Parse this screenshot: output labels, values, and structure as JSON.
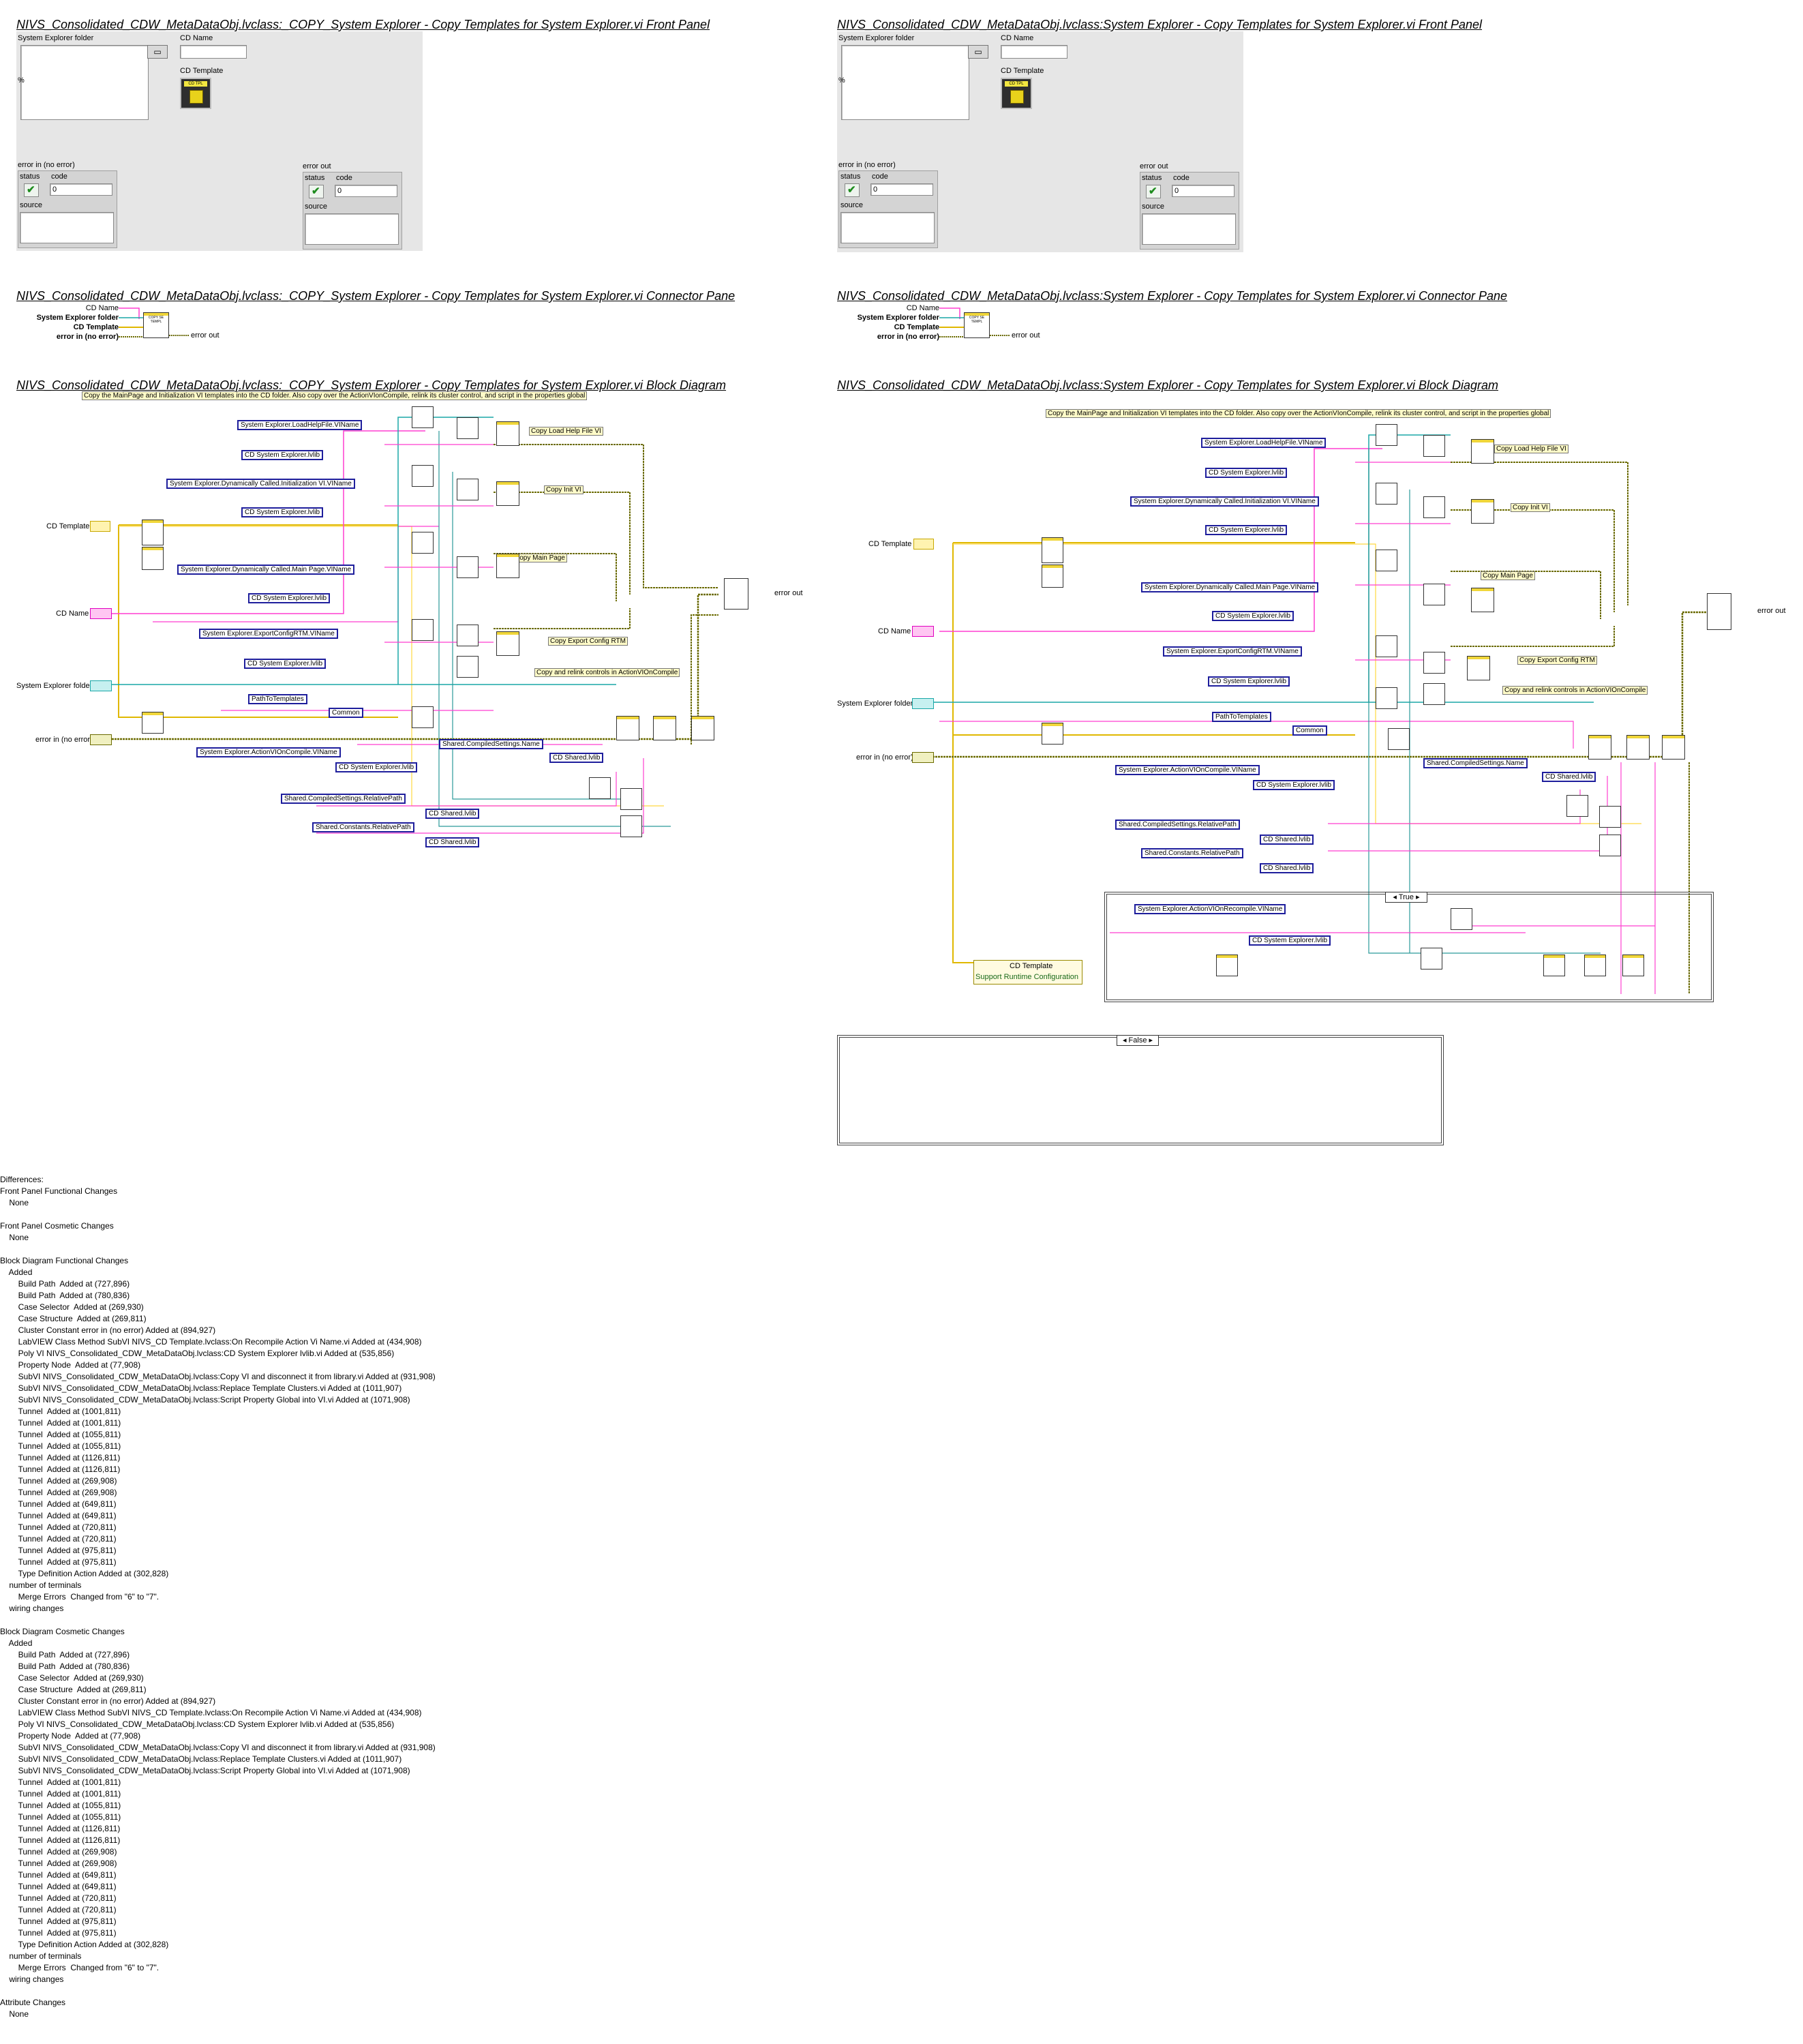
{
  "left_panel": {
    "front_panel_title": "NIVS_Consolidated_CDW_MetaDataObj.lvclass:_COPY_System Explorer - Copy Templates for System Explorer.vi Front Panel",
    "connector_title": "NIVS_Consolidated_CDW_MetaDataObj.lvclass:_COPY_System Explorer - Copy Templates for System Explorer.vi Connector Pane",
    "block_title": "NIVS_Consolidated_CDW_MetaDataObj.lvclass:_COPY_System Explorer - Copy Templates for System Explorer.vi Block Diagram"
  },
  "right_panel": {
    "front_panel_title": "NIVS_Consolidated_CDW_MetaDataObj.lvclass:System Explorer - Copy Templates for System Explorer.vi Front Panel",
    "connector_title": "NIVS_Consolidated_CDW_MetaDataObj.lvclass:System Explorer - Copy Templates for System Explorer.vi Connector Pane",
    "block_title": "NIVS_Consolidated_CDW_MetaDataObj.lvclass:System Explorer - Copy Templates for System Explorer.vi Block Diagram"
  },
  "front_panel": {
    "system_explorer_folder": "System Explorer folder",
    "path_symbol": "%",
    "cd_name": "CD Name",
    "cd_template": "CD Template",
    "error_in": "error in (no error)",
    "error_out": "error out",
    "status": "status",
    "code": "code",
    "code_value": "0",
    "source": "source",
    "icon_text": "CD TPL"
  },
  "connector": {
    "cd_name": "CD Name",
    "system_explorer_folder": "System Explorer folder",
    "cd_template": "CD Template",
    "error_in": "error in (no error)",
    "error_out": "error out",
    "icon_text": "COPY SE TEMPL"
  },
  "block_diagram_left": {
    "comment": "Copy the MainPage and Initialization VI templates into the CD folder.  Also copy over the ActionVIonCompile, relink its cluster control, and script in the properties global",
    "labels": [
      {
        "text": "System Explorer.LoadHelpFile.VIName"
      },
      {
        "text": "CD System Explorer.lvlib"
      },
      {
        "text": "System Explorer.Dynamically Called.Initialization VI.VIName"
      },
      {
        "text": "CD System Explorer.lvlib"
      },
      {
        "text": "System Explorer.Dynamically Called.Main Page.VIName"
      },
      {
        "text": "CD System Explorer.lvlib"
      },
      {
        "text": "System Explorer.ExportConfigRTM.VIName"
      },
      {
        "text": "CD System Explorer.lvlib"
      },
      {
        "text": "PathToTemplates"
      },
      {
        "text": "Common"
      },
      {
        "text": "System Explorer.ActionVIOnCompile.VIName"
      },
      {
        "text": "CD System Explorer.lvlib"
      },
      {
        "text": "Shared.CompiledSettings.Name"
      },
      {
        "text": "CD Shared.lvlib"
      },
      {
        "text": "Shared.CompiledSettings.RelativePath"
      },
      {
        "text": "CD Shared.lvlib"
      },
      {
        "text": "Shared.Constants.RelativePath"
      },
      {
        "text": "CD Shared.lvlib"
      }
    ],
    "notes": [
      "Copy Load Help File VI",
      "Copy Init VI",
      "Copy Main Page",
      "Copy Export Config RTM",
      "Copy and relink controls in ActionVIOnCompile"
    ],
    "terminals": [
      "CD Template",
      "CD Name",
      "System Explorer folder",
      "error in (no error)",
      "error out"
    ]
  },
  "block_diagram_right": {
    "comment": "Copy the MainPage and Initialization VI templates into the CD folder.  Also copy over the ActionVIonCompile, relink its cluster control, and script in the properties global",
    "labels": [
      {
        "text": "System Explorer.LoadHelpFile.VIName"
      },
      {
        "text": "CD System Explorer.lvlib"
      },
      {
        "text": "System Explorer.Dynamically Called.Initialization VI.VIName"
      },
      {
        "text": "CD System Explorer.lvlib"
      },
      {
        "text": "System Explorer.Dynamically Called.Main Page.VIName"
      },
      {
        "text": "CD System Explorer.lvlib"
      },
      {
        "text": "System Explorer.ExportConfigRTM.VIName"
      },
      {
        "text": "CD System Explorer.lvlib"
      },
      {
        "text": "PathToTemplates"
      },
      {
        "text": "Common"
      },
      {
        "text": "System Explorer.ActionVIOnCompile.VIName"
      },
      {
        "text": "CD System Explorer.lvlib"
      },
      {
        "text": "Shared.CompiledSettings.Name"
      },
      {
        "text": "CD Shared.lvlib"
      },
      {
        "text": "Shared.CompiledSettings.RelativePath"
      },
      {
        "text": "CD Shared.lvlib"
      },
      {
        "text": "Shared.Constants.RelativePath"
      },
      {
        "text": "CD Shared.lvlib"
      },
      {
        "text": "System Explorer.ActionVIOnRecompile.VIName"
      },
      {
        "text": "CD System Explorer.lvlib"
      }
    ],
    "notes": [
      "Copy Load Help File VI",
      "Copy Init VI",
      "Copy Main Page",
      "Copy Export Config RTM",
      "Copy and relink controls in ActionVIOnCompile"
    ],
    "terminals": [
      "CD Template",
      "CD Name",
      "System Explorer folder",
      "error in (no error)",
      "error out"
    ],
    "case_true": "True",
    "case_false": "False",
    "unbundle_cd_template": "CD Template",
    "unbundle_support": "Support Runtime Configuration"
  },
  "differences": [
    "Differences:",
    "Front Panel Functional Changes",
    "    None",
    "",
    "Front Panel Cosmetic Changes",
    "    None",
    "",
    "Block Diagram Functional Changes",
    "    Added",
    "        Build Path  Added at (727,896)",
    "        Build Path  Added at (780,836)",
    "        Case Selector  Added at (269,930)",
    "        Case Structure  Added at (269,811)",
    "        Cluster Constant error in (no error) Added at (894,927)",
    "        LabVIEW Class Method SubVI NIVS_CD Template.lvclass:On Recompile Action Vi Name.vi Added at (434,908)",
    "        Poly VI NIVS_Consolidated_CDW_MetaDataObj.lvclass:CD System Explorer lvlib.vi Added at (535,856)",
    "        Property Node  Added at (77,908)",
    "        SubVI NIVS_Consolidated_CDW_MetaDataObj.lvclass:Copy VI and disconnect it from library.vi Added at (931,908)",
    "        SubVI NIVS_Consolidated_CDW_MetaDataObj.lvclass:Replace Template Clusters.vi Added at (1011,907)",
    "        SubVI NIVS_Consolidated_CDW_MetaDataObj.lvclass:Script Property Global into VI.vi Added at (1071,908)",
    "        Tunnel  Added at (1001,811)",
    "        Tunnel  Added at (1001,811)",
    "        Tunnel  Added at (1055,811)",
    "        Tunnel  Added at (1055,811)",
    "        Tunnel  Added at (1126,811)",
    "        Tunnel  Added at (1126,811)",
    "        Tunnel  Added at (269,908)",
    "        Tunnel  Added at (269,908)",
    "        Tunnel  Added at (649,811)",
    "        Tunnel  Added at (649,811)",
    "        Tunnel  Added at (720,811)",
    "        Tunnel  Added at (720,811)",
    "        Tunnel  Added at (975,811)",
    "        Tunnel  Added at (975,811)",
    "        Type Definition Action Added at (302,828)",
    "    number of terminals",
    "        Merge Errors  Changed from \"6\" to \"7\".",
    "    wiring changes",
    "",
    "Block Diagram Cosmetic Changes",
    "    Added",
    "        Build Path  Added at (727,896)",
    "        Build Path  Added at (780,836)",
    "        Case Selector  Added at (269,930)",
    "        Case Structure  Added at (269,811)",
    "        Cluster Constant error in (no error) Added at (894,927)",
    "        LabVIEW Class Method SubVI NIVS_CD Template.lvclass:On Recompile Action Vi Name.vi Added at (434,908)",
    "        Poly VI NIVS_Consolidated_CDW_MetaDataObj.lvclass:CD System Explorer lvlib.vi Added at (535,856)",
    "        Property Node  Added at (77,908)",
    "        SubVI NIVS_Consolidated_CDW_MetaDataObj.lvclass:Copy VI and disconnect it from library.vi Added at (931,908)",
    "        SubVI NIVS_Consolidated_CDW_MetaDataObj.lvclass:Replace Template Clusters.vi Added at (1011,907)",
    "        SubVI NIVS_Consolidated_CDW_MetaDataObj.lvclass:Script Property Global into VI.vi Added at (1071,908)",
    "        Tunnel  Added at (1001,811)",
    "        Tunnel  Added at (1001,811)",
    "        Tunnel  Added at (1055,811)",
    "        Tunnel  Added at (1055,811)",
    "        Tunnel  Added at (1126,811)",
    "        Tunnel  Added at (1126,811)",
    "        Tunnel  Added at (269,908)",
    "        Tunnel  Added at (269,908)",
    "        Tunnel  Added at (649,811)",
    "        Tunnel  Added at (649,811)",
    "        Tunnel  Added at (720,811)",
    "        Tunnel  Added at (720,811)",
    "        Tunnel  Added at (975,811)",
    "        Tunnel  Added at (975,811)",
    "        Type Definition Action Added at (302,828)",
    "    number of terminals",
    "        Merge Errors  Changed from \"6\" to \"7\".",
    "    wiring changes",
    "",
    "Attribute Changes",
    "    None"
  ]
}
